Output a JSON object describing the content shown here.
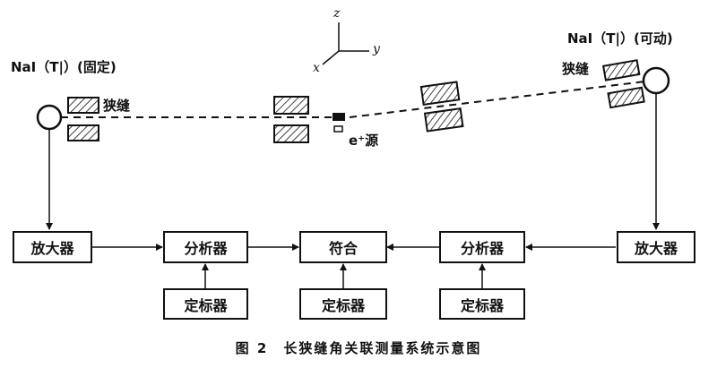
{
  "labels": {
    "detector_fixed": "NaI（T|）(固定)",
    "detector_movable": "NaI（T|）(可动)",
    "slit_left": "狭缝",
    "slit_right": "狭缝",
    "source": "e⁺源"
  },
  "axes": {
    "z": "z",
    "y": "y",
    "x": "x"
  },
  "blocks": {
    "amp_left": "放大器",
    "analyzer_left": "分析器",
    "coincidence": "符合",
    "analyzer_right": "分析器",
    "amp_right": "放大器",
    "scaler_left": "定标器",
    "scaler_center": "定标器",
    "scaler_right": "定标器"
  },
  "caption": "图 2　长狭缝角关联测量系统示意图"
}
